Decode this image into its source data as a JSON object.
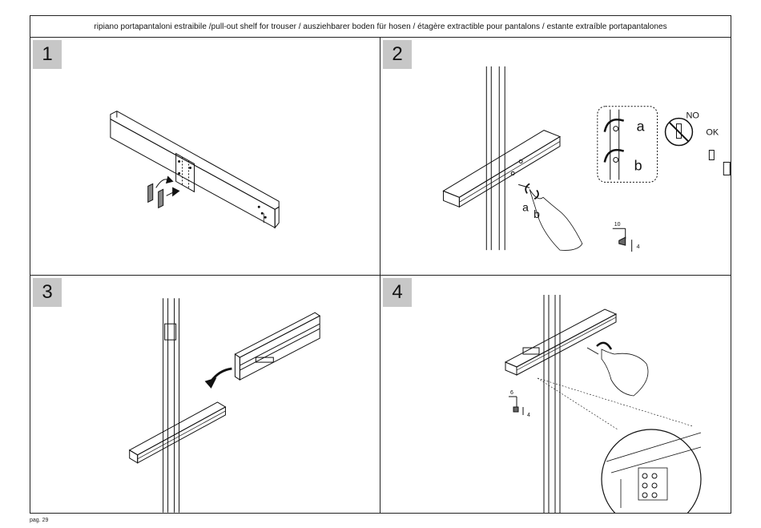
{
  "title": "ripiano portapantaloni estraibile /pull-out shelf for trouser / ausziehbarer boden für hosen / étagère extractible pour pantalons / estante extraíble portapantalones",
  "steps": [
    {
      "number": "1"
    },
    {
      "number": "2",
      "labels": {
        "a": "a",
        "b": "b",
        "a_small": "a",
        "b_small": "b",
        "no": "NO",
        "ok": "OK",
        "dim_len": "10",
        "dim_dia": "4"
      }
    },
    {
      "number": "3"
    },
    {
      "number": "4",
      "labels": {
        "dim_len": "6",
        "dim_dia": "4"
      }
    }
  ],
  "footer": {
    "page": "pag. 29"
  }
}
